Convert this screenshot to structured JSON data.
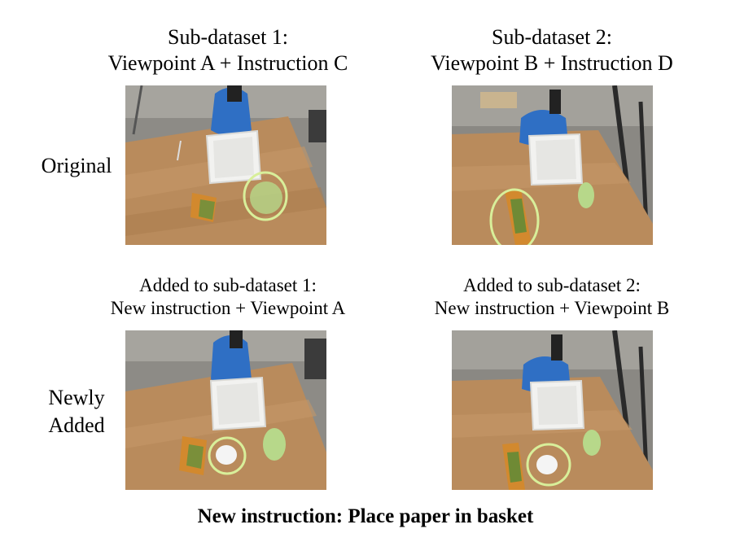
{
  "columns": [
    {
      "heading_line1": "Sub-dataset 1:",
      "heading_line2": "Viewpoint A + Instruction C",
      "added_line1": "Added to sub-dataset 1:",
      "added_line2": "New instruction + Viewpoint A"
    },
    {
      "heading_line1": "Sub-dataset 2:",
      "heading_line2": "Viewpoint B + Instruction D",
      "added_line1": "Added to sub-dataset 2:",
      "added_line2": "New instruction + Viewpoint B"
    }
  ],
  "rows": {
    "original_label": "Original",
    "newly_label_line1": "Newly",
    "newly_label_line2": "Added"
  },
  "footer": {
    "text": "New instruction:  Place paper in basket"
  },
  "colors": {
    "highlight_circle": "#d8ef9a",
    "table_wood": "#b98b5c",
    "arm_blue": "#2f6fc4"
  }
}
